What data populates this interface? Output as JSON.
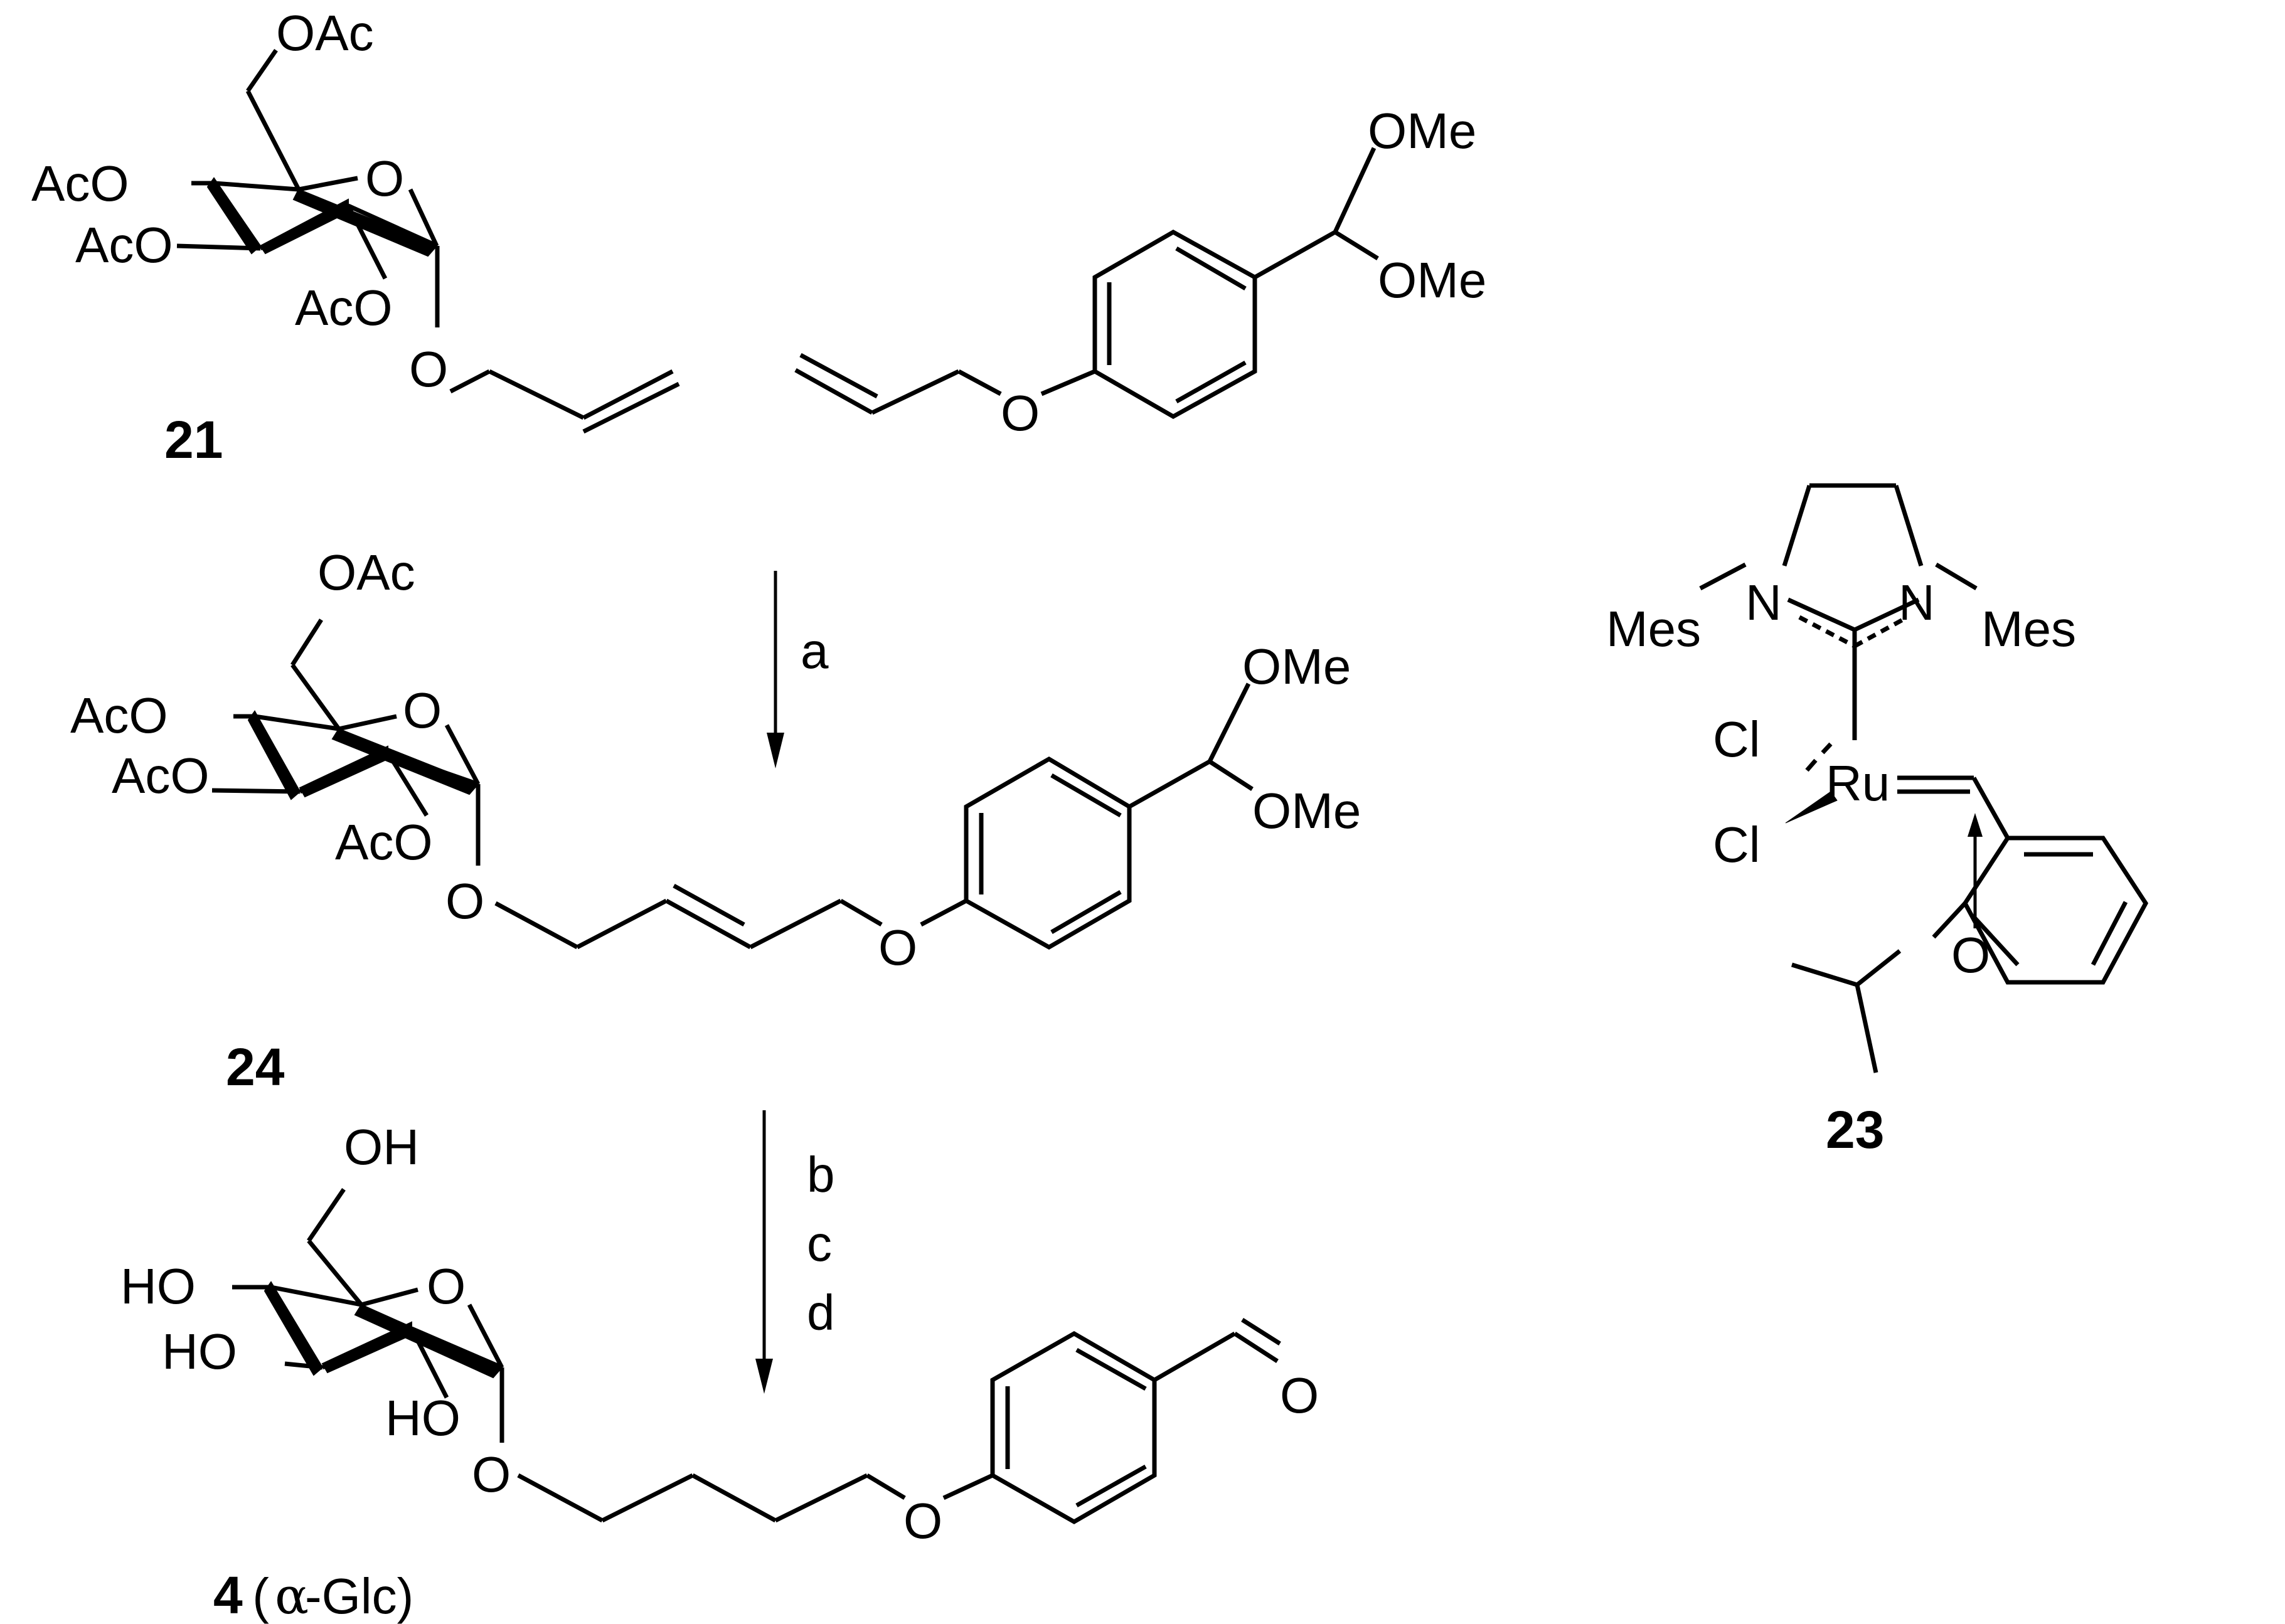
{
  "compounds": {
    "c21": {
      "label": "21",
      "groups": {
        "oac6": "OAc",
        "aco4": "AcO",
        "aco3": "AcO",
        "aco2": "AcO",
        "ring_o": "O",
        "o1": "O"
      }
    },
    "aldehyde_acetal": {
      "groups": {
        "ome_top": "OMe",
        "ome_bot": "OMe",
        "ether_o": "O"
      }
    },
    "c24": {
      "label": "24",
      "groups": {
        "oac6": "OAc",
        "aco4": "AcO",
        "aco3": "AcO",
        "aco2": "AcO",
        "ring_o": "O",
        "o1": "O",
        "ether_o": "O",
        "ome_top": "OMe",
        "ome_bot": "OMe"
      }
    },
    "c4": {
      "label": "4",
      "suffix": " (",
      "alpha": "α",
      "suffix_end": "-Glc)",
      "groups": {
        "oh6": "OH",
        "ho4": "HO",
        "ho3": "HO",
        "ho2": "HO",
        "ring_o": "O",
        "o1": "O",
        "ether_o": "O",
        "cho_o": "O"
      }
    },
    "c23": {
      "label": "23",
      "groups": {
        "mes_left": "Mes",
        "mes_right": "Mes",
        "n_left": "N",
        "n_right": "N",
        "cl_top": "Cl",
        "cl_bot": "Cl",
        "ru": "Ru",
        "o": "O"
      }
    }
  },
  "steps": {
    "step1": {
      "conditions": [
        "a"
      ]
    },
    "step2": {
      "conditions": [
        "b",
        "c",
        "d"
      ]
    }
  }
}
